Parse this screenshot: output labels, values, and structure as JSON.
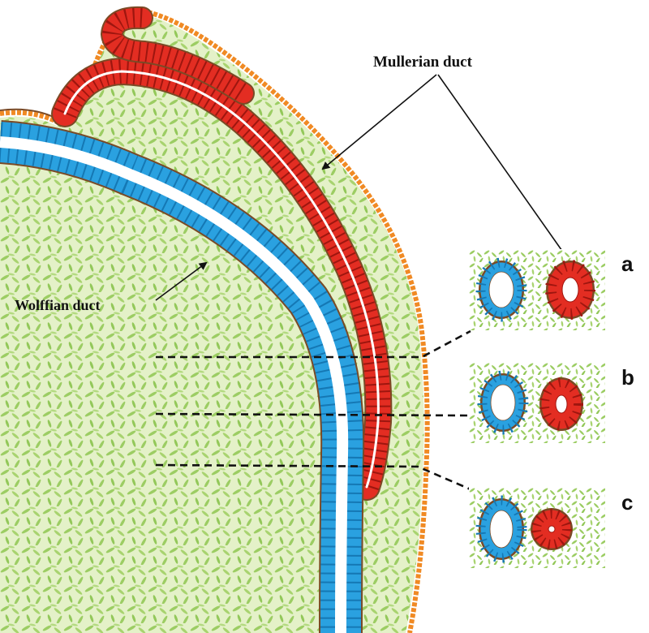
{
  "labels": {
    "mullerian": "Mullerian duct",
    "wolffian": "Wolffian duct",
    "panel_a": "a",
    "panel_b": "b",
    "panel_c": "c"
  },
  "colors": {
    "background": "#ffffff",
    "mesenchyme": "#e4f1c8",
    "mesenchyme_cell": "#9ccd63",
    "wolffian_cell": "#2aa1e0",
    "wolffian_cell_dark": "#1578b4",
    "mullerian_cell": "#e32d22",
    "mullerian_cell_dark": "#9e160f",
    "basement_membrane": "#7a4a26",
    "surface_epithelium": "#f08a24",
    "dashed_line": "#111111"
  },
  "icons": {
    "pointer_arrow": "arrow-icon",
    "section_cross": "cross-section-panel"
  }
}
